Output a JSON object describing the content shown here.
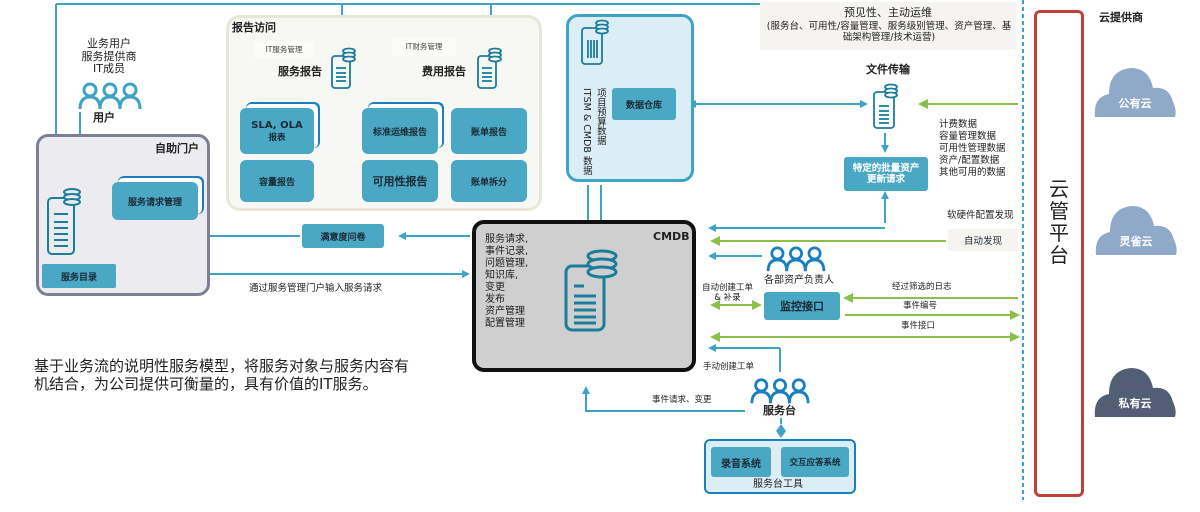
{
  "users": {
    "roles": [
      "业务用户",
      "服务提供商",
      "IT成员"
    ],
    "label": "用户"
  },
  "report_access": {
    "title": "报告访问",
    "it_service_mgmt_tag": "IT服务管理",
    "it_finance_mgmt_tag": "IT财务管理",
    "service_report_label": "服务报告",
    "cost_report_label": "费用报告",
    "boxes": {
      "sla_ola": "SLA, OLA",
      "sla_ola_sub": "报表",
      "standard_ops": "标准运维报告",
      "billing_report": "账单报告",
      "capacity": "容量报告",
      "availability": "可用性报告",
      "billing_split": "账单拆分"
    }
  },
  "warehouse": {
    "itsm_cmdb_data": "ITSM & CMDB 数据",
    "project_budget_data": "项目预算数据",
    "data_warehouse": "数据仓库"
  },
  "proactive": {
    "title": "预见性、主动运维",
    "detail": "(服务台、可用性/容量管理、服务级别管理、资产管理、基础架构管理/技术运营)"
  },
  "file_transfer": {
    "title": "文件传输",
    "batch_update": "特定的批量资产更新请求",
    "data_items": [
      "计费数据",
      "容量管理数据",
      "可用性管理数据",
      "资产/配置数据",
      "其他可用的数据"
    ]
  },
  "discovery": {
    "label": "软硬件配置发现",
    "box": "自动发现"
  },
  "portal": {
    "title": "自助门户",
    "service_request_mgmt": "服务请求管理",
    "service_catalog": "服务目录",
    "satisfaction": "满意度问卷",
    "input_via_portal": "通过服务管理门户输入服务请求"
  },
  "cmdb": {
    "title": "CMDB",
    "items": [
      "服务请求,",
      "事件记录,",
      "问题管理,",
      "知识库,",
      "变更",
      "发布",
      "资产管理",
      "配置管理"
    ]
  },
  "monitoring": {
    "asset_owners": "各部资产负责人",
    "auto_ticket": "自动创建工单",
    "auto_ticket_2": "& 补录",
    "interface": "监控接口",
    "filtered_logs": "经过筛选的日志",
    "event_number": "事件编号",
    "event_interface": "事件接口",
    "manual_ticket": "手动创建工单"
  },
  "service_desk": {
    "label": "服务台",
    "incident_request_change": "事件请求、变更",
    "recording": "录音系统",
    "ivr": "交互应答系统",
    "tools": "服务台工具"
  },
  "description": {
    "line1": "基于业务流的说明性服务模型，将服务对象与服务内容有",
    "line2": "机结合，为公司提供可衡量的，具有价值的IT服务。"
  },
  "cloud": {
    "providers_title": "云提供商",
    "platform": "云管平台",
    "clouds": [
      {
        "name": "公有云",
        "color": "#8fa9c8"
      },
      {
        "name": "灵雀云",
        "color": "#8fa9c8"
      },
      {
        "name": "私有云",
        "color": "#525e74"
      }
    ]
  },
  "colors": {
    "teal": "#4aa8c5",
    "line_blue": "#3ea3c4",
    "green": "#8cbf4a",
    "red_border": "#c0403c",
    "cmdb_fill": "#cfcfcf"
  }
}
